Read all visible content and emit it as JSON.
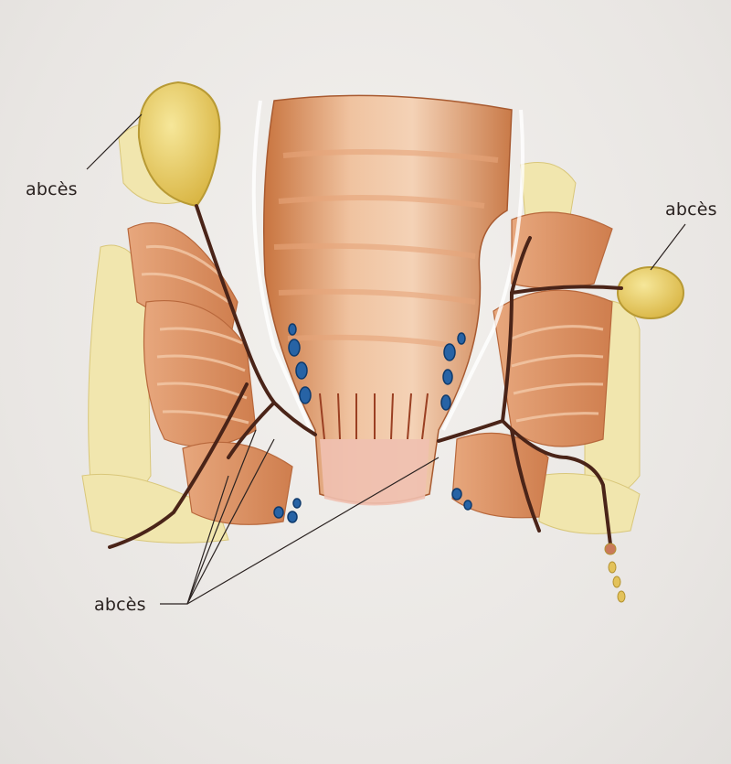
{
  "labels": {
    "abscess_top_left": "abcès",
    "abscess_right": "abcès",
    "abscess_bottom": "abcès"
  },
  "colors": {
    "rectum": "#d9905e",
    "muscle": "#d98a5c",
    "fat": "#efe3a8",
    "abscess": "#e9cf63",
    "vessel": "#1f5d9c",
    "fistula": "#4a2418"
  }
}
